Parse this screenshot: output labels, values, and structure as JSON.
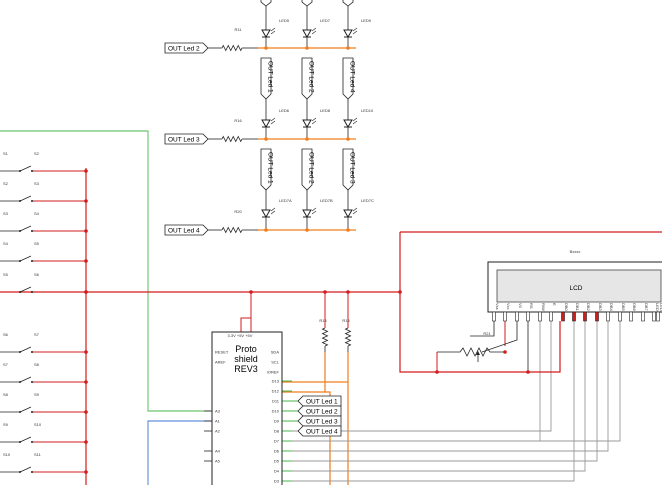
{
  "colors": {
    "wire_red": "#d31c1c",
    "wire_orange": "#f07d1c",
    "wire_green": "#46b849",
    "wire_blue": "#3b74d6",
    "wire_gray": "#9a9a9a",
    "wire_black": "#222222",
    "tag_border": "#3f9a3f",
    "tag_fill": "#e8f7e8",
    "lcd_fill": "#e6e6e6"
  },
  "out_tags_left": [
    {
      "label": "OUT Led 2",
      "resistor": "R11"
    },
    {
      "label": "OUT Led 3",
      "resistor": "R16"
    },
    {
      "label": "OUT Led 4",
      "resistor": "R20"
    }
  ],
  "led_rows": [
    {
      "labels": [
        "LED5",
        "LED7",
        "LED9"
      ],
      "tags": []
    },
    {
      "labels": [
        "LED6",
        "LED8",
        "LED10"
      ],
      "tags": [
        "OUT Led 1",
        "OUT Led 2",
        "OUT Led 4"
      ]
    },
    {
      "labels": [
        "LED7A",
        "LED7B",
        "LED7C"
      ],
      "tags": [
        "OUT Led 1",
        "OUT Led 2",
        "OUT Led 3"
      ]
    }
  ],
  "switch_labels": [
    "S1",
    "S2",
    "S3",
    "S4",
    "S5",
    "S6",
    "S7",
    "S8",
    "S9",
    "S10",
    "S11",
    "S12"
  ],
  "arduino": {
    "title_line1": "Proto",
    "title_line2": "shield",
    "title_line3": "REV3",
    "power_pins": "3.3V  +5V  +5V",
    "left_pins": [
      "RESET",
      "AREF",
      "A3",
      "A1",
      "A2",
      "A4",
      "A5"
    ],
    "right_pins": [
      "SDA",
      "SCL",
      "IOREF",
      "D13",
      "D12",
      "D11",
      "D10",
      "D9",
      "D8",
      "D7",
      "D6",
      "D5",
      "D4",
      "D3"
    ]
  },
  "out_tags_right": [
    "OUT Led 1",
    "OUT Led 2",
    "OUT Led 3",
    "OUT Led 4"
  ],
  "pullups": [
    "R14",
    "R15"
  ],
  "lcd": {
    "title": "LCD",
    "top_label": "Bxxxx",
    "pot_label": "R21",
    "pins": [
      "Vss",
      "Vcc",
      "V0",
      "RS",
      "R/W",
      "E",
      "DB0",
      "DB1",
      "DB2",
      "DB3",
      "DB4",
      "DB5",
      "DB6",
      "DB7",
      "LED+",
      "LED-"
    ]
  }
}
